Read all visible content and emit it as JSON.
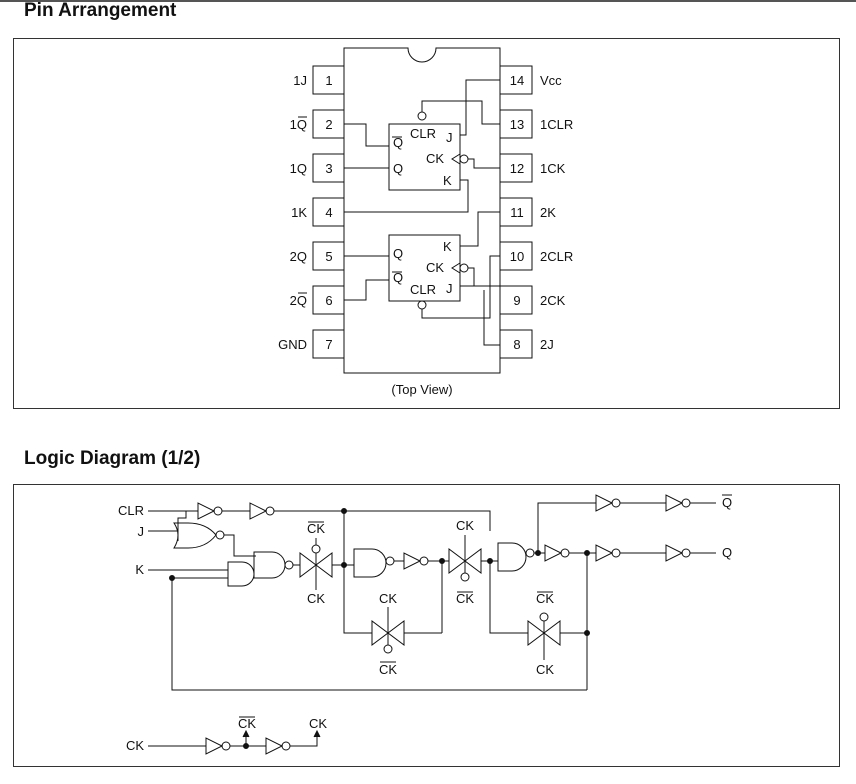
{
  "sections": {
    "pin_title": "Pin Arrangement",
    "logic_title": "Logic Diagram (1/2)"
  },
  "package": {
    "view_label": "(Top View)",
    "left_pins": [
      {
        "num": "1",
        "name": "1J",
        "bar": false
      },
      {
        "num": "2",
        "name": "1Q",
        "bar": true
      },
      {
        "num": "3",
        "name": "1Q",
        "bar": false
      },
      {
        "num": "4",
        "name": "1K",
        "bar": false
      },
      {
        "num": "5",
        "name": "2Q",
        "bar": false
      },
      {
        "num": "6",
        "name": "2Q",
        "bar": true
      },
      {
        "num": "7",
        "name": "GND",
        "bar": false
      }
    ],
    "right_pins": [
      {
        "num": "14",
        "name": "Vcc"
      },
      {
        "num": "13",
        "name": "1CLR"
      },
      {
        "num": "12",
        "name": "1CK"
      },
      {
        "num": "11",
        "name": "2K"
      },
      {
        "num": "10",
        "name": "2CLR"
      },
      {
        "num": "9",
        "name": "2CK"
      },
      {
        "num": "8",
        "name": "2J"
      }
    ],
    "ff1": {
      "qbar": "Q",
      "clr": "CLR",
      "j": "J",
      "ck": "CK",
      "q": "Q",
      "k": "K"
    },
    "ff2": {
      "q": "Q",
      "k": "K",
      "qbar": "Q",
      "ck": "CK",
      "clr": "CLR",
      "j": "J"
    }
  },
  "logic": {
    "inputs": {
      "clr": "CLR",
      "j": "J",
      "k": "K",
      "ck": "CK"
    },
    "outputs": {
      "qbar": "Q",
      "q": "Q"
    },
    "clock_labels": {
      "ck": "CK",
      "ckbar": "CK"
    }
  }
}
